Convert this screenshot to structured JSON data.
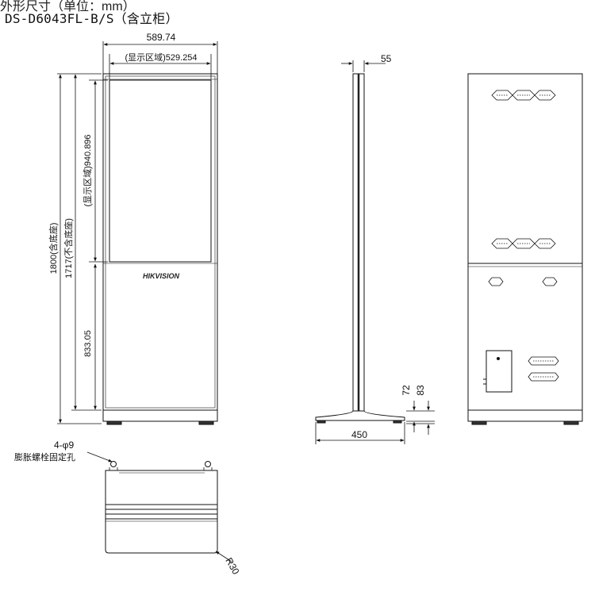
{
  "header": {
    "cut_text": "外形尺寸（单位：mm）",
    "model": "DS-D6043FL-B/S（含立柜）"
  },
  "front_view": {
    "overall_width": "589.74",
    "display_width": "(显示区域)529.254",
    "display_height": "(显示区域)940.896",
    "height_with_base": "1800(含底座)",
    "height_without_base": "1717(不含底座)",
    "lower_height": "833.05",
    "brand_mark": "HIKVISION"
  },
  "side_view": {
    "depth": "55",
    "base_depth": "450",
    "base_height_a": "72",
    "base_height_b": "83"
  },
  "base_view": {
    "holes": "4-φ9",
    "holes_note": "膨胀螺栓固定孔",
    "radius": "R30"
  }
}
